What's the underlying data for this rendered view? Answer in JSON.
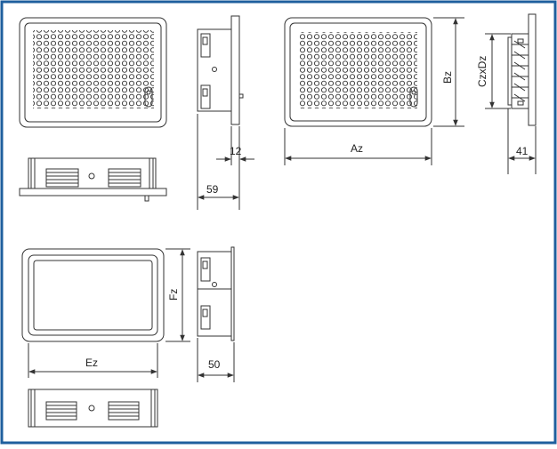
{
  "colors": {
    "border": "#1f5f9e",
    "line": "#333333",
    "fill": "#ffffff"
  },
  "dimensions": {
    "d12": "12",
    "d59": "59",
    "az": "Az",
    "bz": "Bz",
    "czxdz": "CzxDz",
    "d41": "41",
    "fz": "Fz",
    "ez": "Ez",
    "d50": "50"
  }
}
